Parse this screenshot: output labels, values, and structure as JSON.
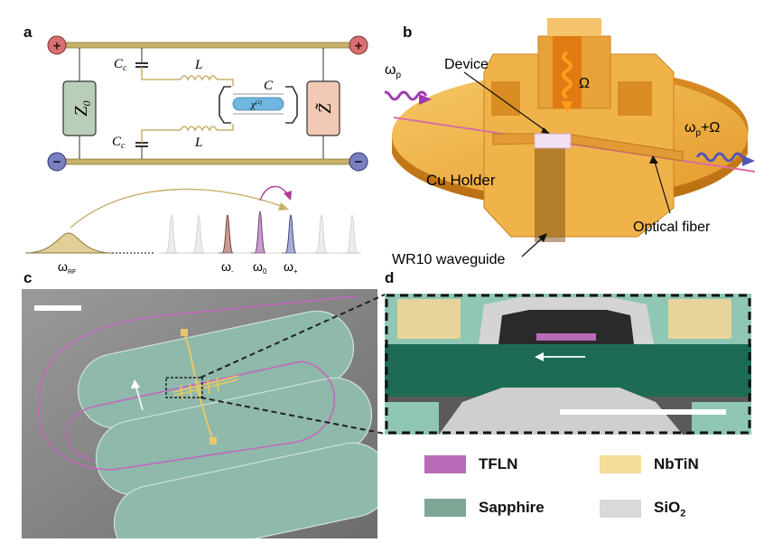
{
  "panels": {
    "a": {
      "label": "a",
      "circuit": {
        "z0": "Z",
        "z0_sub": "0",
        "ztilde": "Z̃",
        "cc": "C",
        "cc_sub": "c",
        "l": "L",
        "c": "C",
        "chi": "χ",
        "chi_sup": "(2)",
        "plus": "+",
        "minus": "−"
      },
      "spectrum": {
        "omega_rf": "ω",
        "omega_rf_sub": "RF",
        "omega_minus": "ω",
        "omega_minus_sub": "-",
        "omega_0": "ω",
        "omega_0_sub": "0",
        "omega_plus": "ω",
        "omega_plus_sub": "+"
      }
    },
    "b": {
      "label": "b",
      "device": "Device",
      "omega_p": "ω",
      "omega_p_sub": "p",
      "omega_big": "Ω",
      "omega_p_plus": "ω",
      "omega_p_plus_sub": "p",
      "omega_p_plus_suffix": "+Ω",
      "cu_holder": "Cu Holder",
      "optical_fiber": "Optical fiber",
      "waveguide": "WR10 waveguide"
    },
    "c": {
      "label": "c"
    },
    "d": {
      "label": "d"
    }
  },
  "legend": [
    {
      "name": "TFLN",
      "color": "#b86bb6"
    },
    {
      "name": "NbTiN",
      "color": "#f3dc95"
    },
    {
      "name": "Sapphire",
      "color": "#7fa695"
    },
    {
      "name": "SiO",
      "sub": "2",
      "color": "#d9d9d9"
    }
  ],
  "colors": {
    "rail": "#c9b06b",
    "plus": "#d77070",
    "minus": "#7a7fbf",
    "z0_box": "#b9ceb9",
    "ztilde_box": "#f2c9b4",
    "copper": "#f2b24a",
    "sapphire": "#1e6b55",
    "microscope_bg": "#8a8a8a"
  }
}
